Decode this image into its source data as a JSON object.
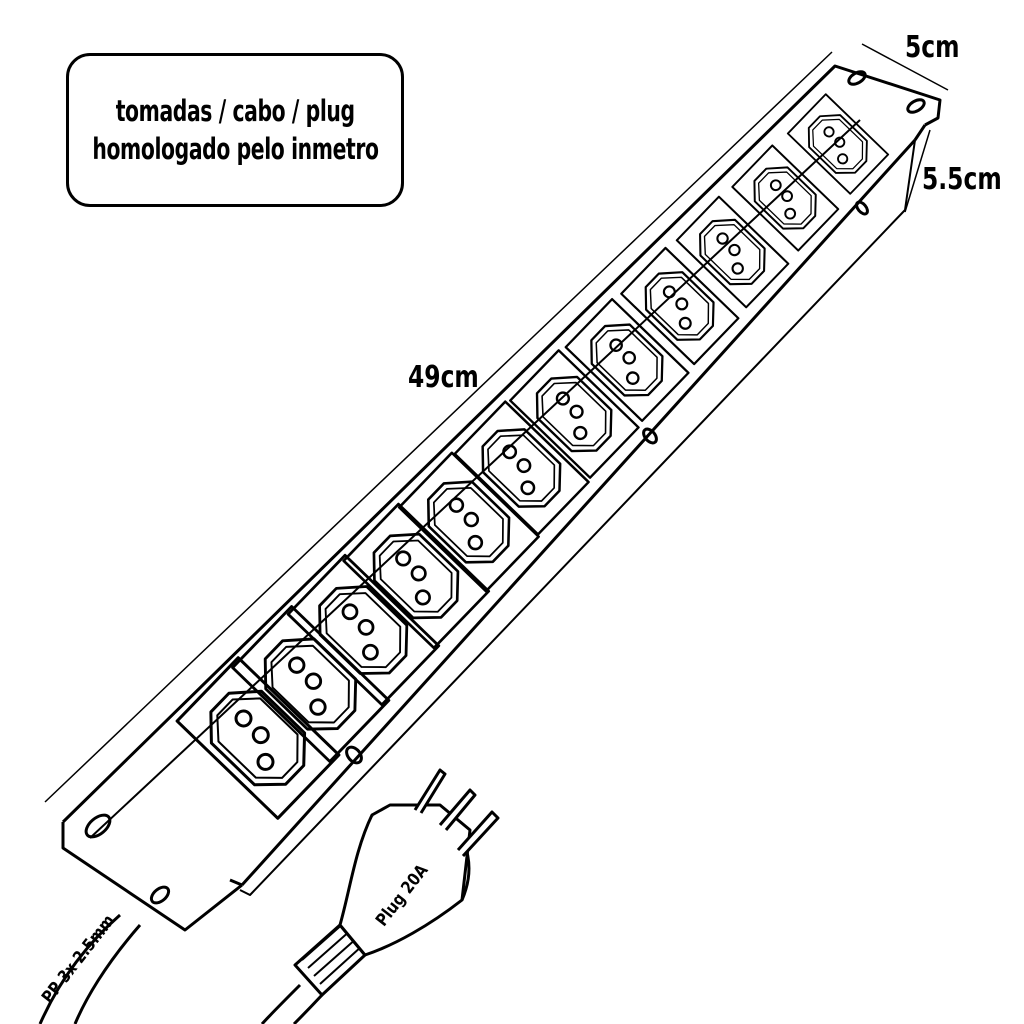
{
  "note": {
    "line1": "tomadas / cabo / plug",
    "line2": "homologado pelo inmetro"
  },
  "dimensions": {
    "width": "5cm",
    "height": "5.5cm",
    "length": "49cm"
  },
  "labels": {
    "cable": "PP 3x 2.5mm",
    "plug": "Plug 20A"
  },
  "outlet_count": 12,
  "colors": {
    "line": "#000000",
    "background": "#ffffff"
  }
}
